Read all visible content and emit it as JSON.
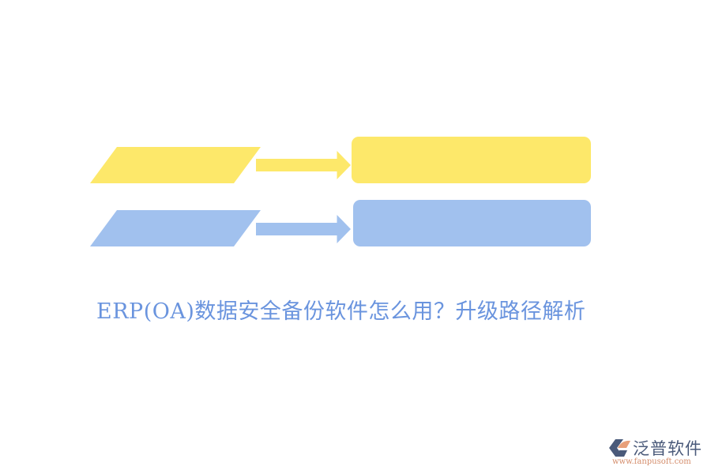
{
  "diagram": {
    "rows": [
      {
        "color": "#fde86a",
        "parallelogram": "input-1",
        "arrow": "arrow-1",
        "box": "output-1"
      },
      {
        "color": "#a1c1ee",
        "parallelogram": "input-2",
        "arrow": "arrow-2",
        "box": "output-2"
      }
    ]
  },
  "title": "ERP(OA)数据安全备份软件怎么用？升级路径解析",
  "logo": {
    "brand": "泛普软件",
    "url": "www.fanpusoft.com",
    "icon": "fanpu-logo-icon"
  },
  "colors": {
    "yellow": "#fde86a",
    "blue": "#a1c1ee",
    "title": "#6a94de"
  }
}
